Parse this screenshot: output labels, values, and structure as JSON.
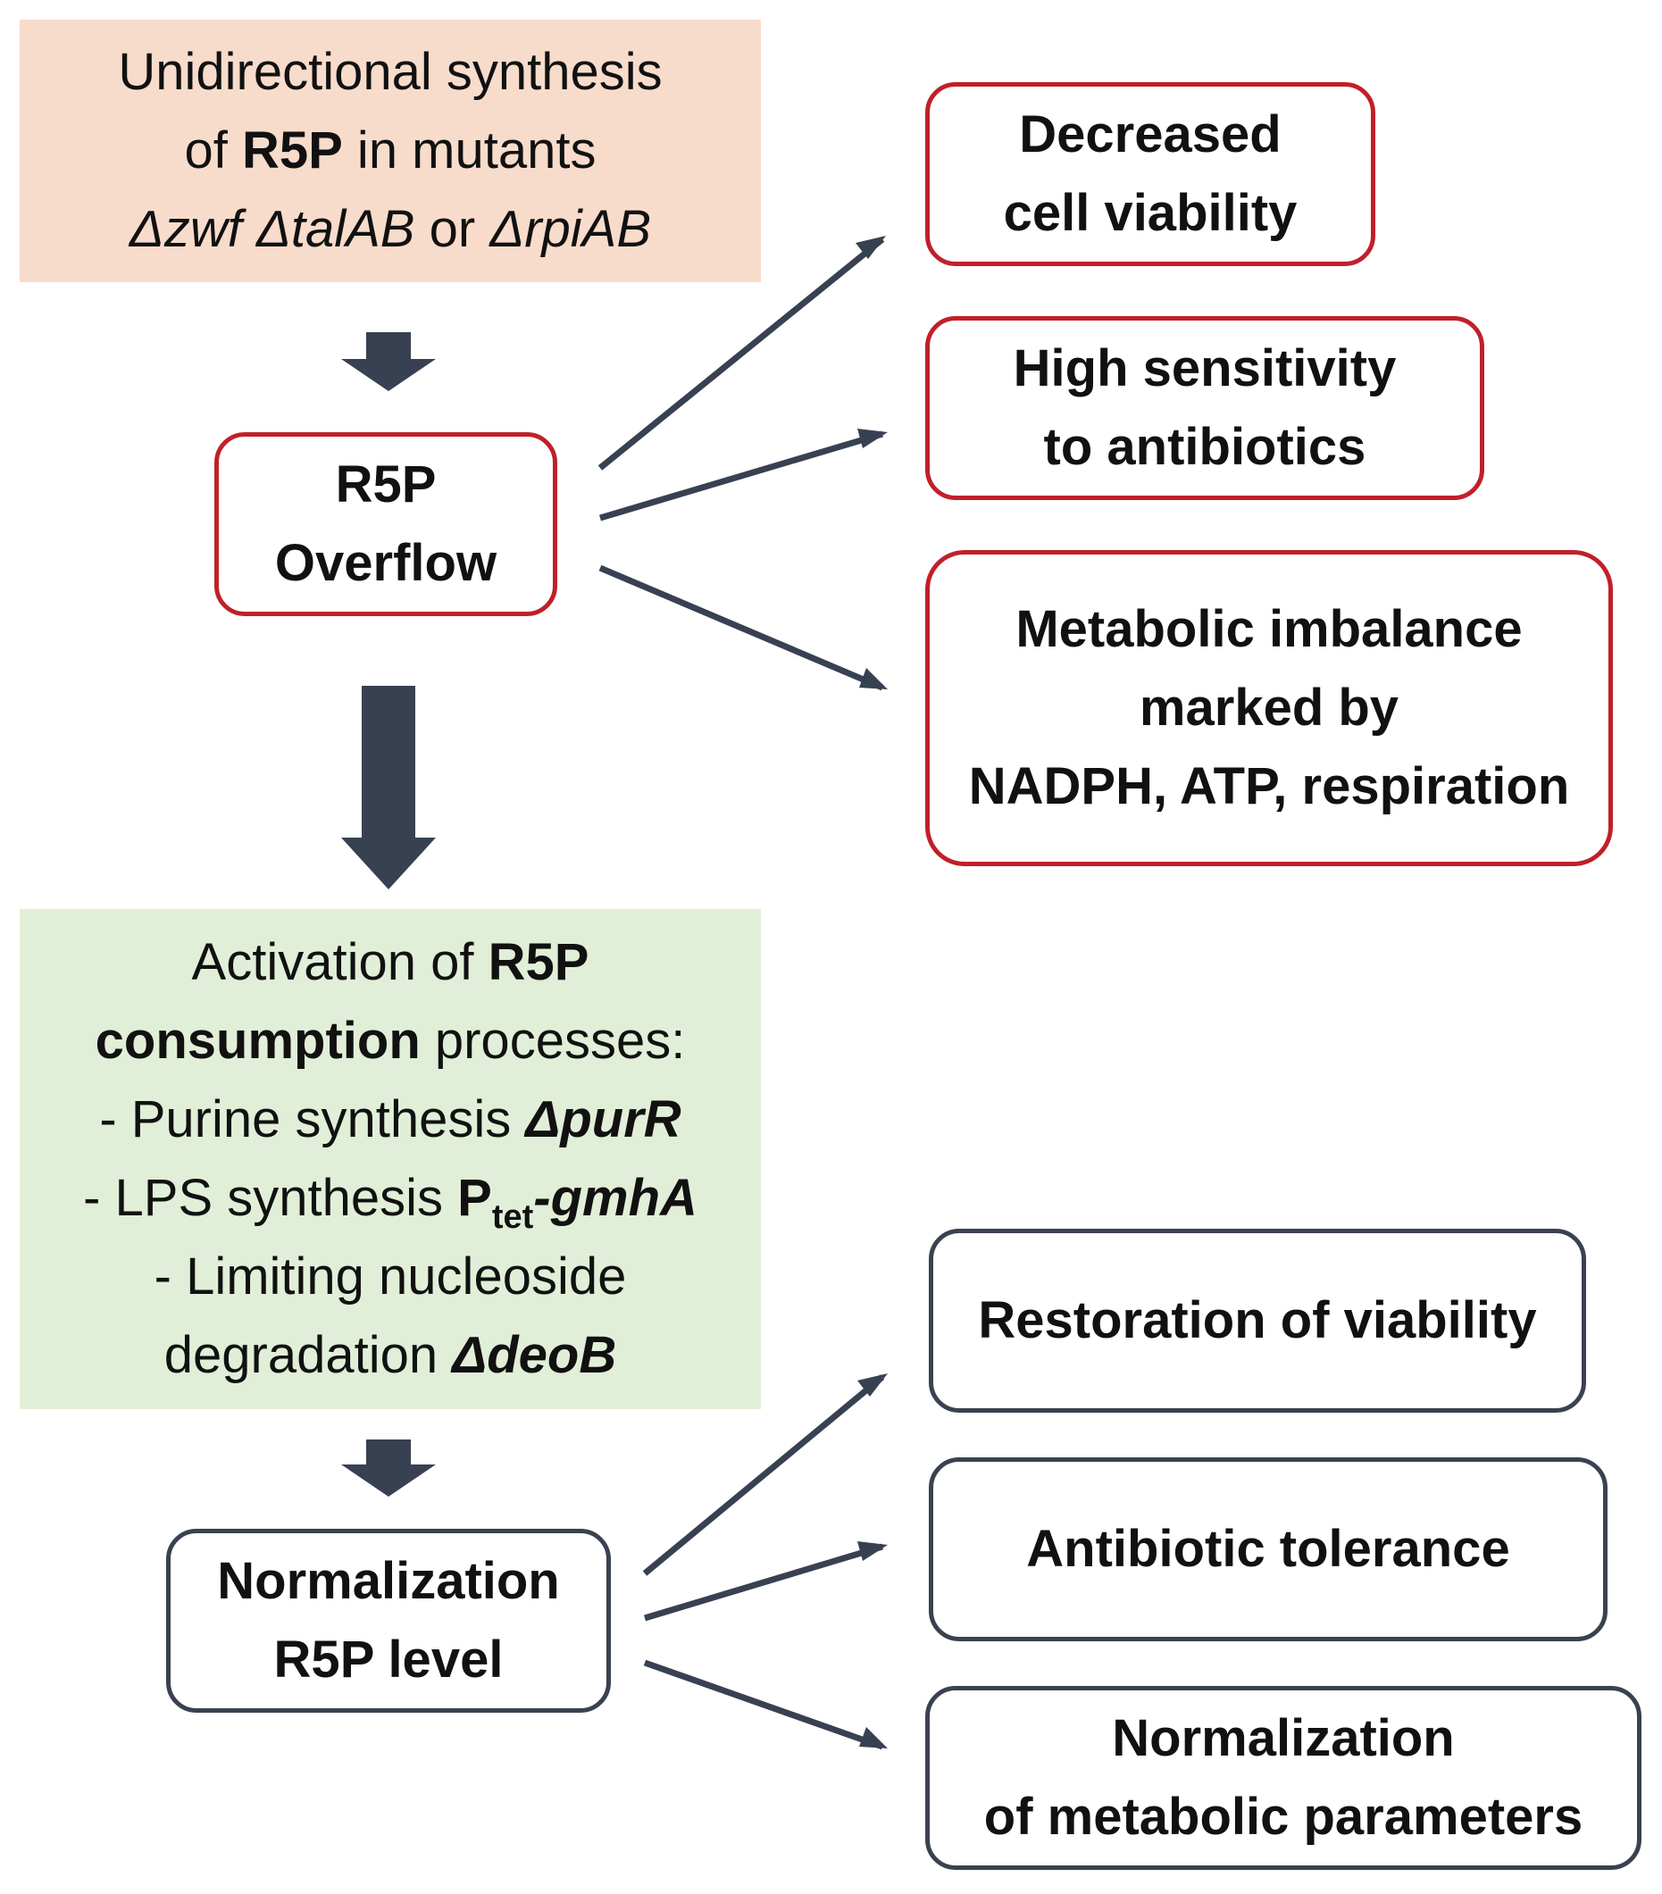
{
  "top_panel": {
    "line1": "Unidirectional synthesis",
    "line2_pre": "of ",
    "line2_bold": "R5P",
    "line2_post": " in mutants",
    "line3_a": "Δzwf ΔtalAB",
    "line3_or": " or ",
    "line3_b": "ΔrpiAB"
  },
  "overflow_box": {
    "line1": "R5P",
    "line2": "Overflow"
  },
  "effects_overflow": [
    {
      "line1": "Decreased",
      "line2": "cell viability"
    },
    {
      "line1": "High sensitivity",
      "line2": "to antibiotics"
    },
    {
      "line1": "Metabolic imbalance",
      "line2": "marked by",
      "line3": "NADPH, ATP, respiration"
    }
  ],
  "middle_panel": {
    "line1_pre": "Activation of ",
    "line1_bold": "R5P",
    "line2_bold": "consumption",
    "line2_post": " processes:",
    "line3_pre": "- Purine synthesis ",
    "line3_gene": "ΔpurR",
    "line4_pre": "- LPS synthesis ",
    "line4_p": "P",
    "line4_sub": "tet",
    "line4_gene": "-gmhA",
    "line5": "- Limiting nucleoside",
    "line6_pre": "degradation ",
    "line6_gene": "ΔdeoB"
  },
  "normalization_box": {
    "line1": "Normalization",
    "line2": "R5P level"
  },
  "effects_normalization": [
    {
      "line1": "Restoration of viability"
    },
    {
      "line1": "Antibiotic tolerance"
    },
    {
      "line1": "Normalization",
      "line2": "of metabolic parameters"
    }
  ],
  "colors": {
    "top_panel_fill": "#f8dccb",
    "middle_panel_fill": "#e2efd8",
    "red_border": "#c0202a",
    "dark_border": "#3a4150",
    "arrow": "#374152"
  }
}
